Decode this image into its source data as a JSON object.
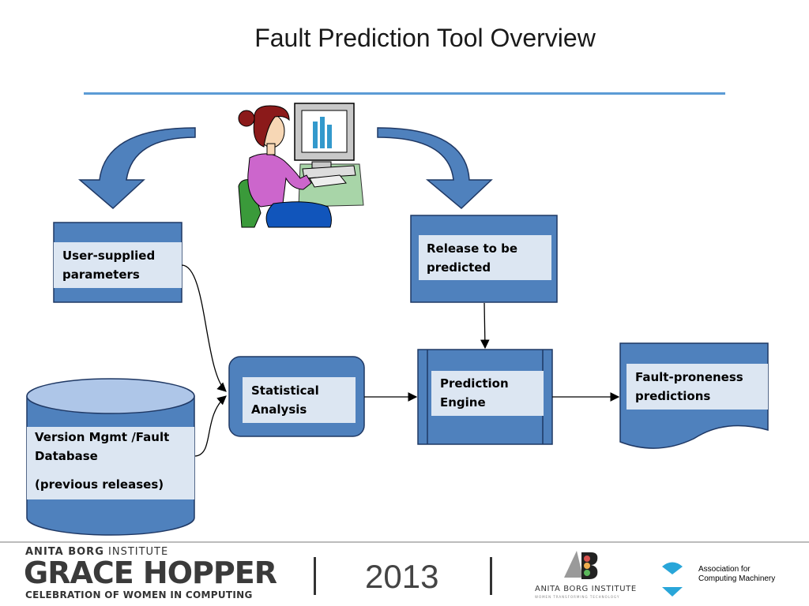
{
  "title": "Fault Prediction Tool Overview",
  "boxes": {
    "user_params": {
      "lines": [
        "User-supplied",
        "parameters"
      ]
    },
    "database": {
      "lines": [
        "Version Mgmt /Fault",
        "Database"
      ],
      "note": "(previous releases)"
    },
    "statistical": {
      "lines": [
        "Statistical",
        "Analysis"
      ]
    },
    "release": {
      "lines": [
        "Release to be",
        "predicted"
      ]
    },
    "prediction": {
      "lines": [
        "Prediction",
        "Engine"
      ]
    },
    "output": {
      "lines": [
        "Fault-proneness",
        "predictions"
      ]
    }
  },
  "footer": {
    "org_top_bold": "ANITA BORG",
    "org_top_rest": " INSTITUTE",
    "event": "GRACE HOPPER",
    "event_sub": "CELEBRATION OF WOMEN IN COMPUTING",
    "year": "2013",
    "abi_text": "ANITA BORG INSTITUTE",
    "abi_tagline": "WOMEN TRANSFORMING TECHNOLOGY",
    "acm_lines": [
      "Association for",
      "Computing Machinery"
    ]
  },
  "colors": {
    "box_fill": "#4f81bd",
    "box_inner": "#dce6f2",
    "box_stroke": "#1f3864",
    "title_rule": "#5b9bd5"
  },
  "icons": [
    "woman-at-computer-clipart",
    "curved-arrow-left",
    "curved-arrow-right",
    "anita-borg-logo",
    "acm-logo"
  ]
}
